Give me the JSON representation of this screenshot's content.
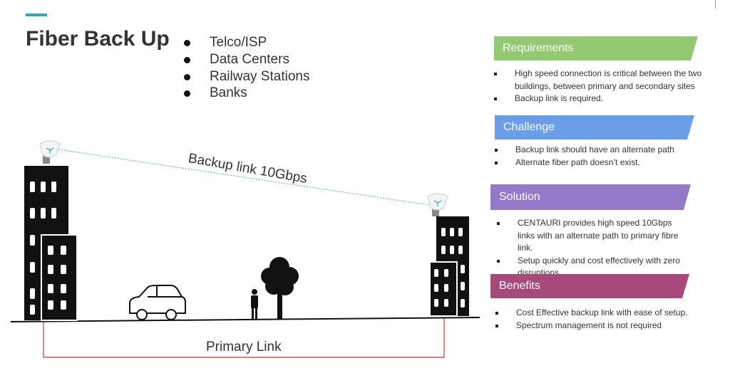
{
  "colors": {
    "accent": "#2ba6b3",
    "requirements": "#94c973",
    "challenge": "#6b9ee6",
    "solution": "#9479c9",
    "benefits": "#a74a7b",
    "primary_link": "#cc3333",
    "backup_link": "#5aa3b3"
  },
  "title": "Fiber Back Up",
  "use_cases": [
    "Telco/ISP",
    "Data Centers",
    "Railway Stations",
    "Banks"
  ],
  "diagram": {
    "backup_label": "Backup link 10Gbps",
    "primary_label": "Primary Link",
    "icons": [
      "building-left-icon",
      "building-right-icon",
      "radio-antenna-icon",
      "car-icon",
      "person-icon",
      "tree-icon"
    ]
  },
  "sections": {
    "requirements": {
      "title": "Requirements",
      "items": [
        "High speed connection is critical between the two buildings, between primary and secondary sites",
        "Backup link is required."
      ]
    },
    "challenge": {
      "title": "Challenge",
      "items": [
        "Backup link should have an alternate path",
        "Alternate fiber path doesn’t exist."
      ]
    },
    "solution": {
      "title": "Solution",
      "items": [
        "CENTAURI provides high speed 10Gbps links with an alternate path to primary fibre link.",
        "Setup quickly and cost effectively with zero disruptions."
      ]
    },
    "benefits": {
      "title": "Benefits",
      "items": [
        "Cost Effective backup link with ease of setup.",
        "Spectrum management is not required"
      ]
    }
  }
}
